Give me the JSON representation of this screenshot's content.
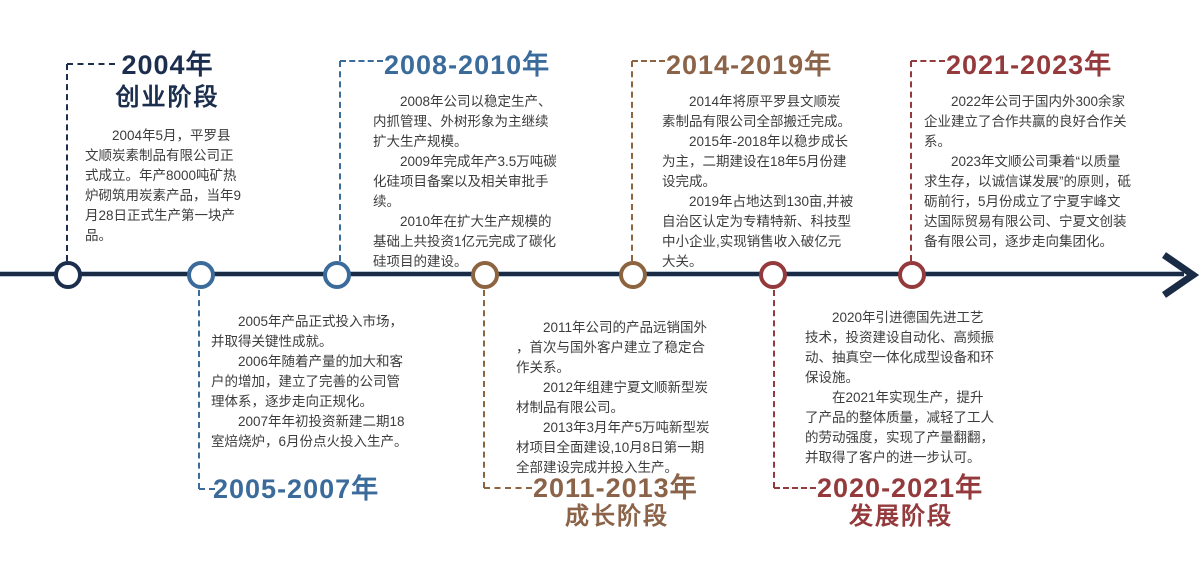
{
  "accent_colors": {
    "navy": "#1c2e4e",
    "blue": "#3a6b9b",
    "brown": "#8a6348",
    "red": "#943a3c",
    "axis_core": "#1a2b45",
    "axis_edge": "#b9c8d8",
    "body_text": "#3c3c3c"
  },
  "milestones": [
    {
      "title": "2004年",
      "subtitle": "创业阶段",
      "side": "top",
      "color": "navy",
      "paragraphs": [
        "2004年5月，平罗县文顺炭素制品有限公司正式成立。年产8000吨矿热炉砌筑用炭素产品，当年9月28日正式生产第一块产品。"
      ]
    },
    {
      "title": "2005-2007年",
      "side": "bottom",
      "color": "blue",
      "paragraphs": [
        "2005年产品正式投入市场，并取得关键性成就。",
        "2006年随着产量的加大和客户的增加，建立了完善的公司管理体系，逐步走向正规化。",
        "2007年年初投资新建二期18室焙烧炉，6月份点火投入生产。"
      ]
    },
    {
      "title": "2008-2010年",
      "side": "top",
      "color": "blue",
      "paragraphs": [
        "2008年公司以稳定生产、内抓管理、外树形象为主继续扩大生产规模。",
        "2009年完成年产3.5万吨碳化硅项目备案以及相关审批手续。",
        "2010年在扩大生产规模的基础上共投资1亿元完成了碳化硅项目的建设。"
      ]
    },
    {
      "title": "2011-2013年",
      "subtitle": "成长阶段",
      "side": "bottom",
      "color": "brown",
      "paragraphs": [
        "2011年公司的产品远销国外，首次与国外客户建立了稳定合作关系。",
        "2012年组建宁夏文顺新型炭材制品有限公司。",
        "2013年3月年产5万吨新型炭材项目全面建设,10月8日第一期全部建设完成并投入生产。"
      ]
    },
    {
      "title": "2014-2019年",
      "side": "top",
      "color": "brown",
      "paragraphs": [
        "2014年将原平罗县文顺炭素制品有限公司全部搬迁完成。",
        "2015年-2018年以稳步成长为主，二期建设在18年5月份建设完成。",
        "2019年占地达到130亩,并被自治区认定为专精特新、科技型中小企业,实现销售收入破亿元大关。"
      ]
    },
    {
      "title": "2020-2021年",
      "subtitle": "发展阶段",
      "side": "bottom",
      "color": "red",
      "paragraphs": [
        "2020年引进德国先进工艺技术，投资建设自动化、高频振动、抽真空一体化成型设备和环保设施。",
        "在2021年实现生产，提升了产品的整体质量，减轻了工人的劳动强度，实现了产量翻翻，并取得了客户的进一步认可。"
      ]
    },
    {
      "title": "2021-2023年",
      "side": "top",
      "color": "red",
      "paragraphs": [
        "2022年公司于国内外300余家企业建立了合作共赢的良好合作关系。",
        "2023年文顺公司秉着“以质量求生存，以诚信谋发展”的原则，砥砺前行，5月份成立了宁夏宇峰文达国际贸易有限公司、宁夏文创装备有限公司，逐步走向集团化。"
      ]
    }
  ]
}
